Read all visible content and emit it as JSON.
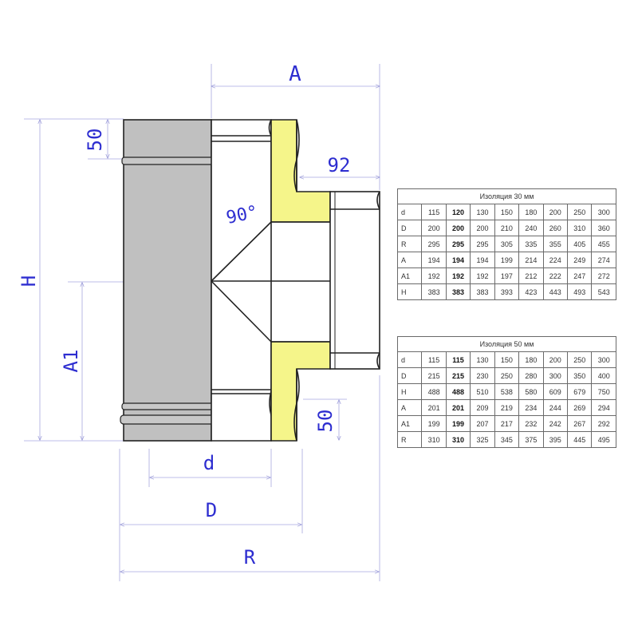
{
  "dimensions": {
    "A": "A",
    "H": "H",
    "A1": "A1",
    "d": "d",
    "D": "D",
    "R": "R",
    "top_offset": "50",
    "bottom_offset": "50",
    "branch_length": "92",
    "angle": "90°"
  },
  "colors": {
    "pipe_fill": "#c0c0c0",
    "insulation": "#f5f58a",
    "outline": "#222222",
    "dimension": "#2d2dd0",
    "dimension_line": "#a8a8e0"
  },
  "tables": [
    {
      "title": "Изоляция 30 мм",
      "rows": [
        {
          "key": "d",
          "values": [
            "115",
            "120",
            "130",
            "150",
            "180",
            "200",
            "250",
            "300"
          ]
        },
        {
          "key": "D",
          "values": [
            "200",
            "200",
            "200",
            "210",
            "240",
            "260",
            "310",
            "360"
          ]
        },
        {
          "key": "R",
          "values": [
            "295",
            "295",
            "295",
            "305",
            "335",
            "355",
            "405",
            "455"
          ]
        },
        {
          "key": "A",
          "values": [
            "194",
            "194",
            "194",
            "199",
            "214",
            "224",
            "249",
            "274"
          ]
        },
        {
          "key": "A1",
          "values": [
            "192",
            "192",
            "192",
            "197",
            "212",
            "222",
            "247",
            "272"
          ]
        },
        {
          "key": "H",
          "values": [
            "383",
            "383",
            "383",
            "393",
            "423",
            "443",
            "493",
            "543"
          ]
        }
      ]
    },
    {
      "title": "Изоляция 50 мм",
      "rows": [
        {
          "key": "d",
          "values": [
            "115",
            "115",
            "130",
            "150",
            "180",
            "200",
            "250",
            "300"
          ]
        },
        {
          "key": "D",
          "values": [
            "215",
            "215",
            "230",
            "250",
            "280",
            "300",
            "350",
            "400"
          ]
        },
        {
          "key": "H",
          "values": [
            "488",
            "488",
            "510",
            "538",
            "580",
            "609",
            "679",
            "750"
          ]
        },
        {
          "key": "A",
          "values": [
            "201",
            "201",
            "209",
            "219",
            "234",
            "244",
            "269",
            "294"
          ]
        },
        {
          "key": "A1",
          "values": [
            "199",
            "199",
            "207",
            "217",
            "232",
            "242",
            "267",
            "292"
          ]
        },
        {
          "key": "R",
          "values": [
            "310",
            "310",
            "325",
            "345",
            "375",
            "395",
            "445",
            "495"
          ]
        }
      ]
    }
  ]
}
